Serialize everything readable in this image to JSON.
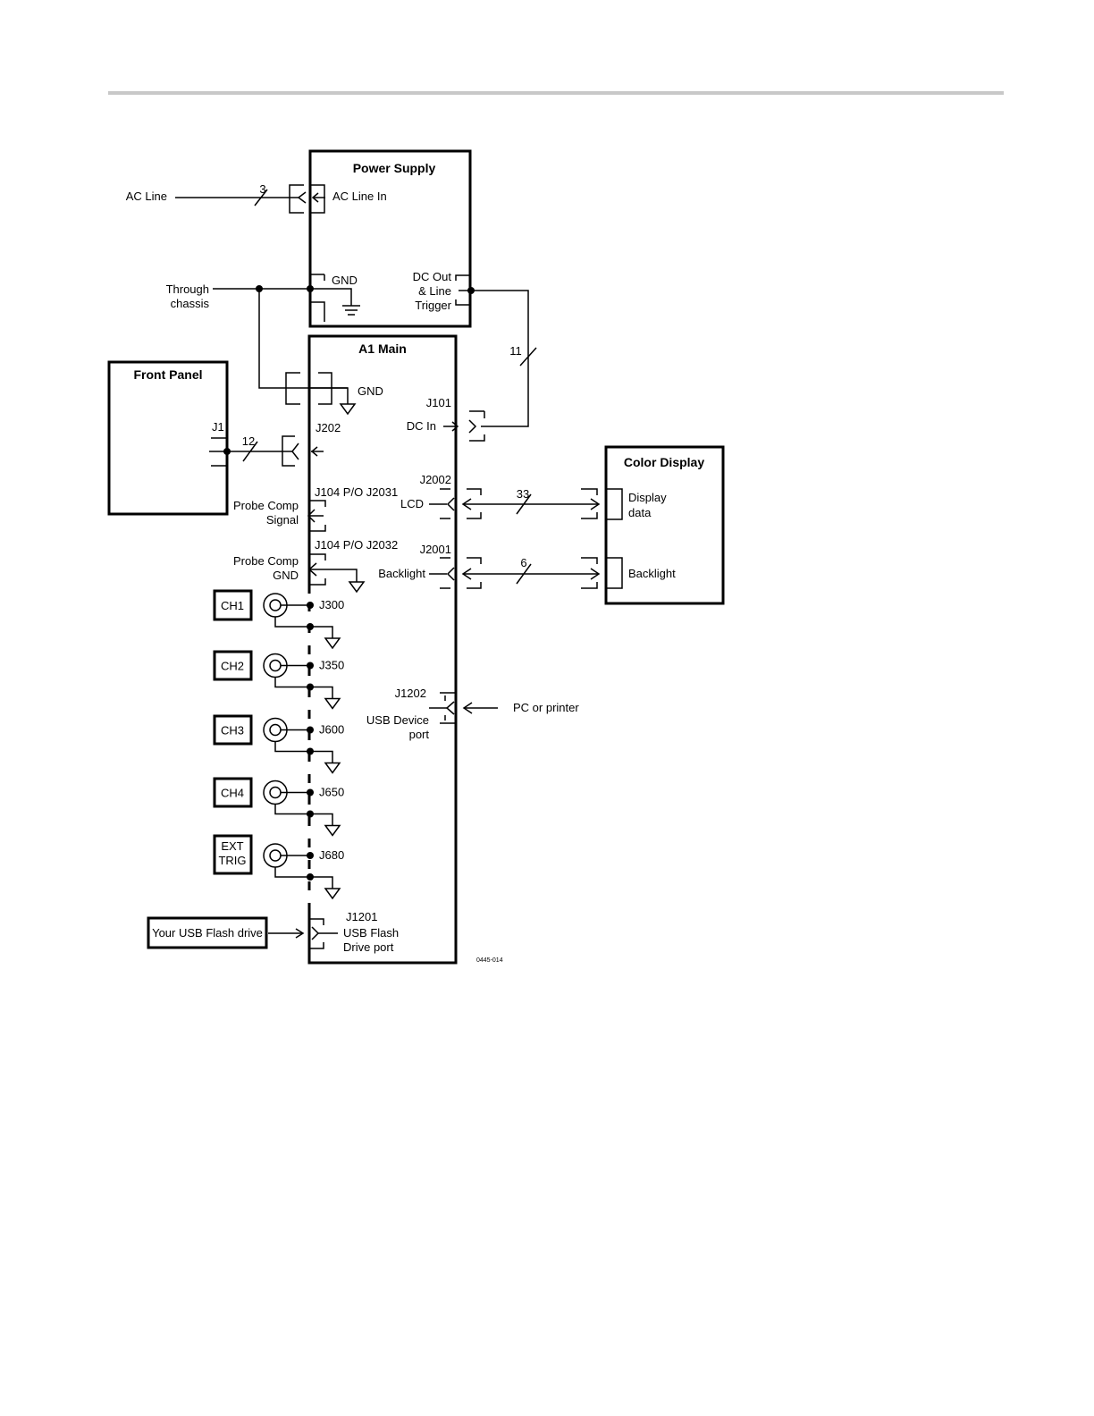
{
  "power_supply": {
    "title": "Power Supply",
    "ac_line_in": "AC Line In",
    "gnd": "GND",
    "dc_out": [
      "DC Out",
      "& Line",
      "Trigger"
    ]
  },
  "ac_line": {
    "label": "AC Line",
    "count": "3"
  },
  "through_chassis": [
    "Through",
    "chassis"
  ],
  "dc_bus": {
    "count": "11"
  },
  "main": {
    "title": "A1 Main",
    "gnd": "GND",
    "j101": "J101",
    "dc_in": "DC In",
    "j202": "J202",
    "j2002": "J2002",
    "lcd": "LCD",
    "j2001": "J2001",
    "backlight": "Backlight",
    "j104a": "J104 P/O J2031",
    "probe_signal": [
      "Probe Comp",
      "Signal"
    ],
    "j104b": "J104 P/O J2032",
    "probe_gnd": [
      "Probe Comp",
      "GND"
    ],
    "j1202": "J1202",
    "usb_device": [
      "USB Device",
      "port"
    ],
    "pc_printer": "PC or printer",
    "j1201": "J1201",
    "usb_flash_port": [
      "USB Flash",
      "Drive port"
    ]
  },
  "front_panel": {
    "title": "Front Panel",
    "j1": "J1",
    "count": "12"
  },
  "color_display": {
    "title": "Color Display",
    "display_data": [
      "Display",
      "data"
    ],
    "backlight": "Backlight",
    "lcd_count": "33",
    "backlight_count": "6"
  },
  "channels": [
    {
      "lines": [
        "CH1"
      ],
      "jack": "J300"
    },
    {
      "lines": [
        "CH2"
      ],
      "jack": "J350"
    },
    {
      "lines": [
        "CH3"
      ],
      "jack": "J600"
    },
    {
      "lines": [
        "CH4"
      ],
      "jack": "J650"
    },
    {
      "lines": [
        "EXT",
        "TRIG"
      ],
      "jack": "J680"
    }
  ],
  "usb_flash_drive": "Your USB Flash drive",
  "figure_id": "0445-014"
}
